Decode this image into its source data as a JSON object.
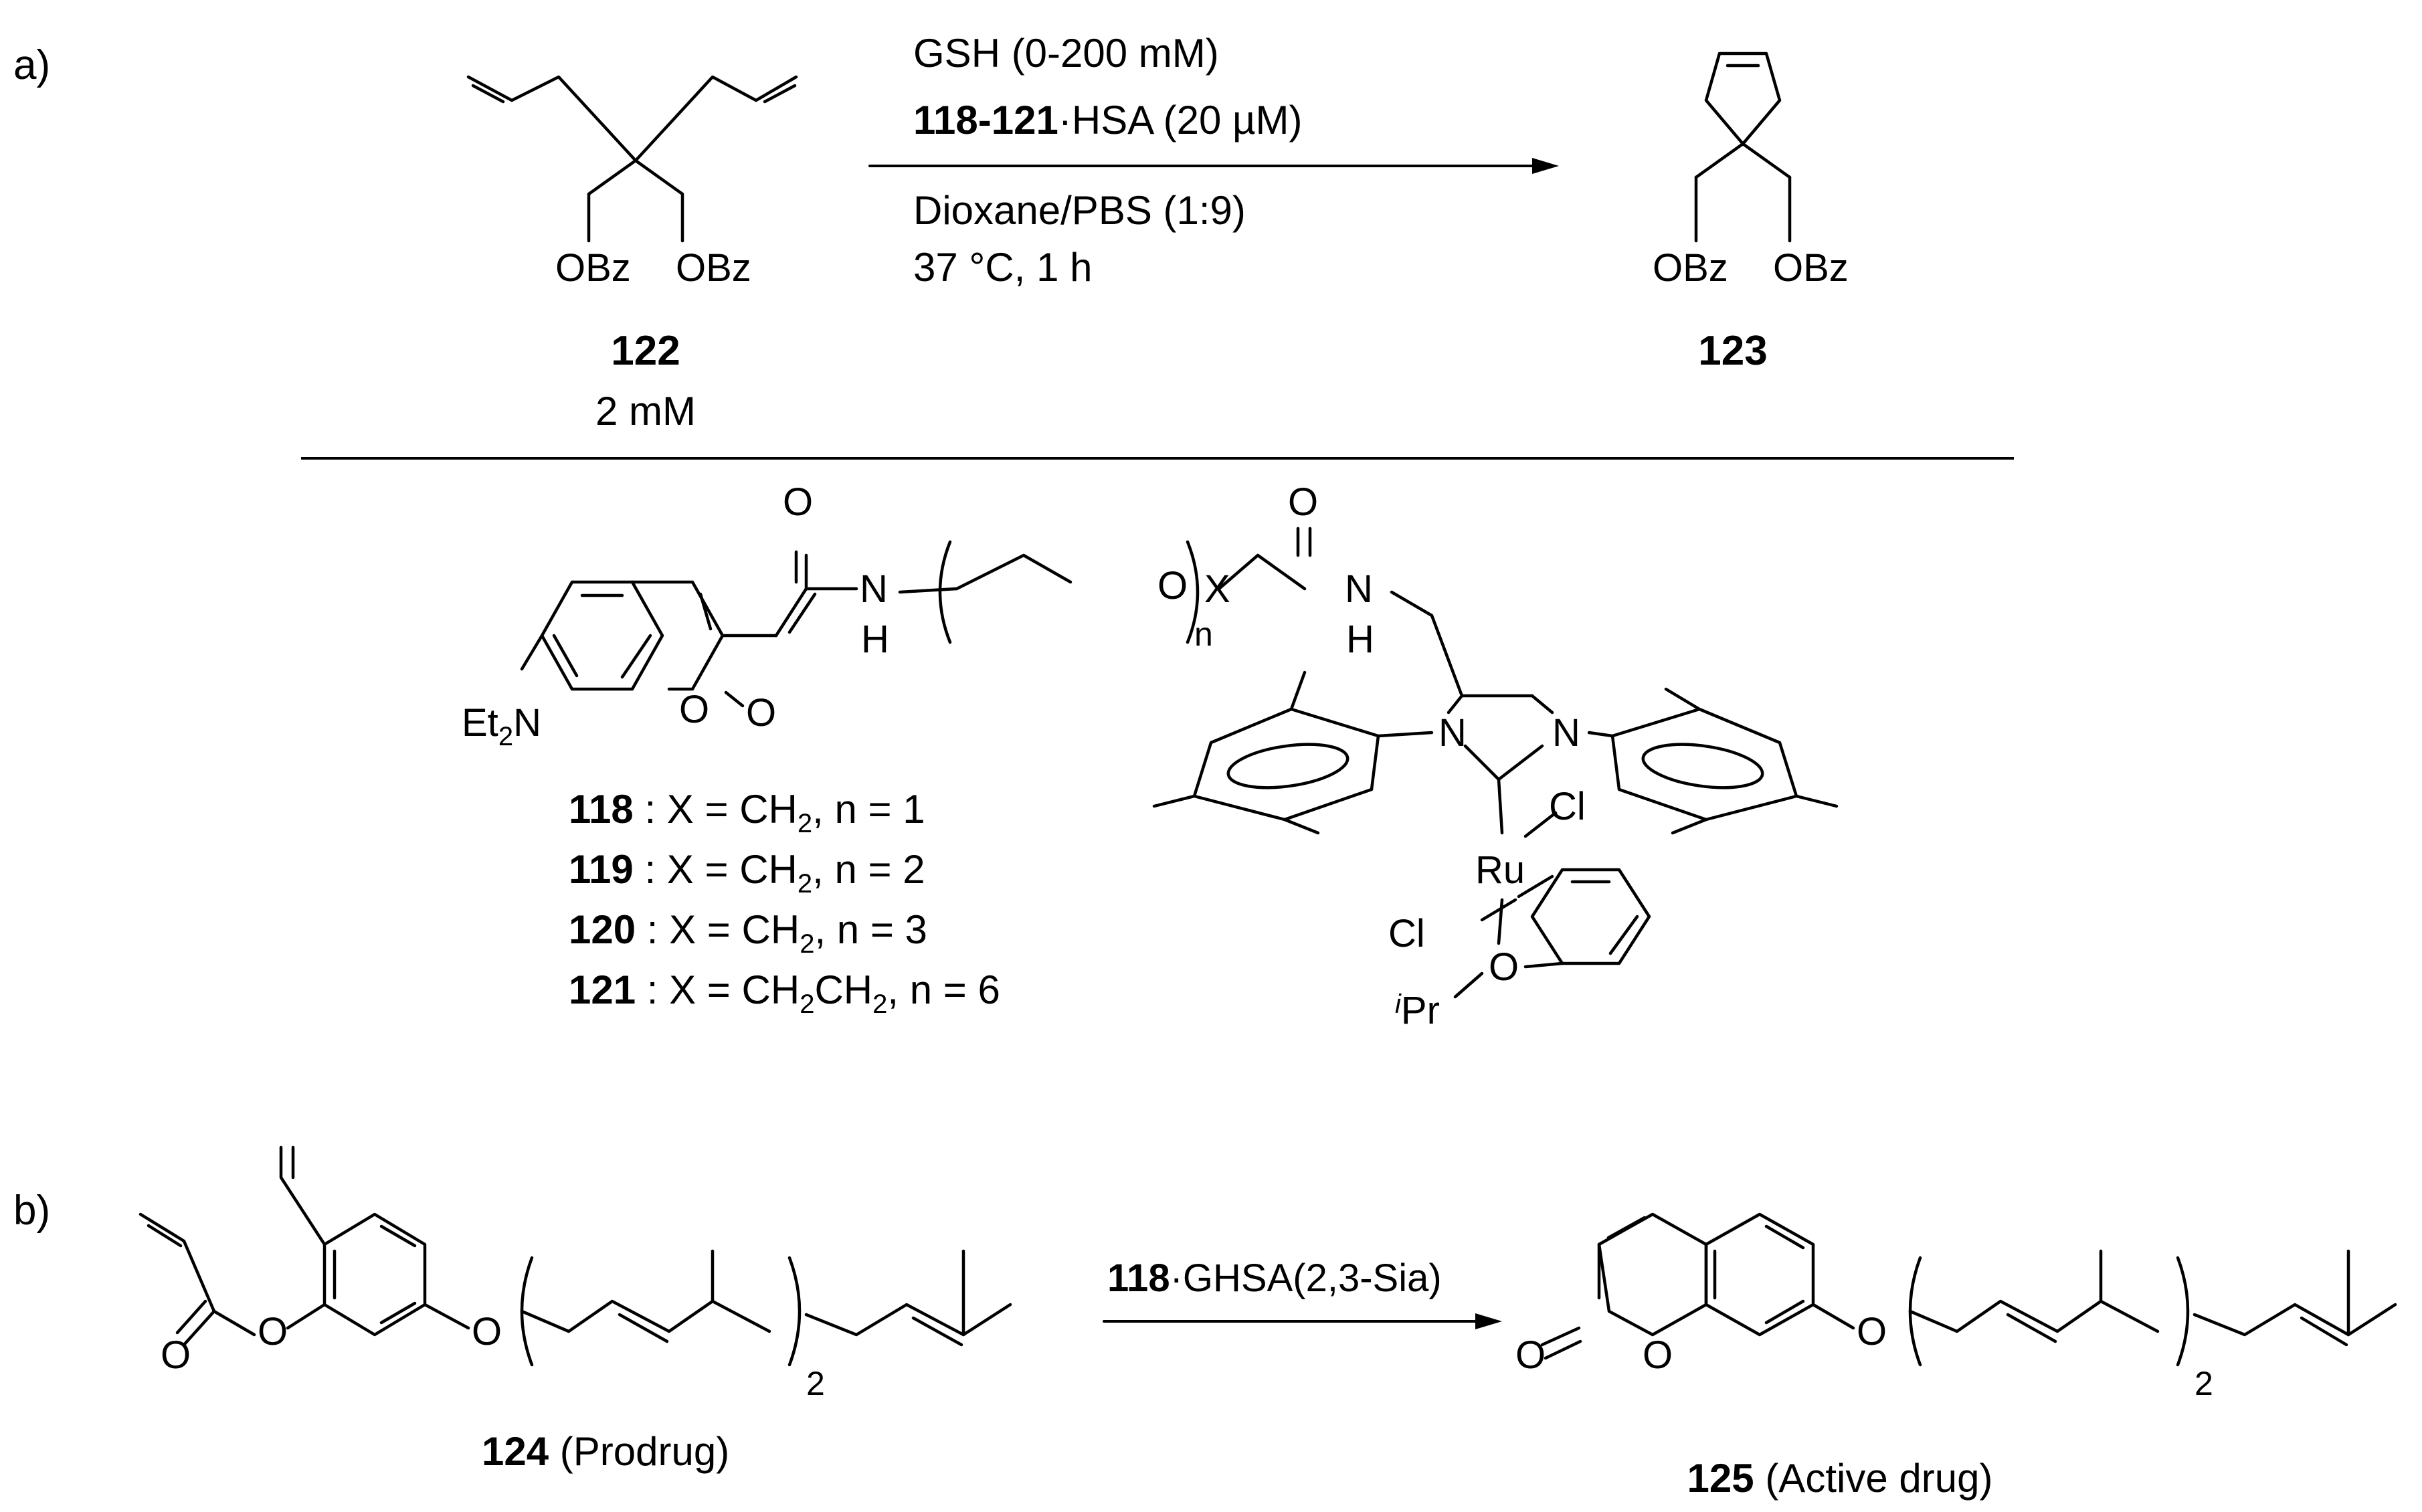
{
  "panel_a": {
    "label": "a)",
    "substrate": {
      "id": "122",
      "conc": "2 mM",
      "obz_left": "OBz",
      "obz_right": "OBz"
    },
    "conditions": {
      "line1": "GSH (0-200 mM)",
      "line2_bold": "118-121",
      "line2_rest": "·HSA (20 µM)",
      "line3": "Dioxane/PBS (1:9)",
      "line4": "37 °C, 1 h"
    },
    "product": {
      "id": "123",
      "obz_left": "OBz",
      "obz_right": "OBz"
    },
    "catalyst": {
      "et2n": "Et",
      "et2n_sub": "2",
      "et2n_n": "N",
      "atoms": {
        "o": "O",
        "n": "N",
        "h": "H",
        "x": "X",
        "nsub": "n",
        "cl": "Cl",
        "ru": "Ru",
        "ipr_i": "i",
        "ipr": "Pr"
      },
      "series": [
        {
          "id": "118",
          "desc_a": " : X = CH",
          "sub": "2",
          "desc_b": ", n = 1"
        },
        {
          "id": "119",
          "desc_a": " : X = CH",
          "sub": "2",
          "desc_b": ", n = 2"
        },
        {
          "id": "120",
          "desc_a": " : X = CH",
          "sub": "2",
          "desc_b": ", n = 3"
        },
        {
          "id": "121",
          "desc_a": " : X = CH",
          "sub": "2",
          "desc_b": "CH",
          "sub2": "2",
          "desc_c": ", n = 6"
        }
      ]
    }
  },
  "panel_b": {
    "label": "b)",
    "reagent_bold": "118",
    "reagent_rest": "·GHSA(2,3-Sia)",
    "prodrug": {
      "id": "124",
      "name": " (Prodrug)",
      "repeat": "2"
    },
    "drug": {
      "id": "125",
      "name": " (Active drug)",
      "repeat": "2"
    },
    "atoms": {
      "o": "O"
    }
  }
}
